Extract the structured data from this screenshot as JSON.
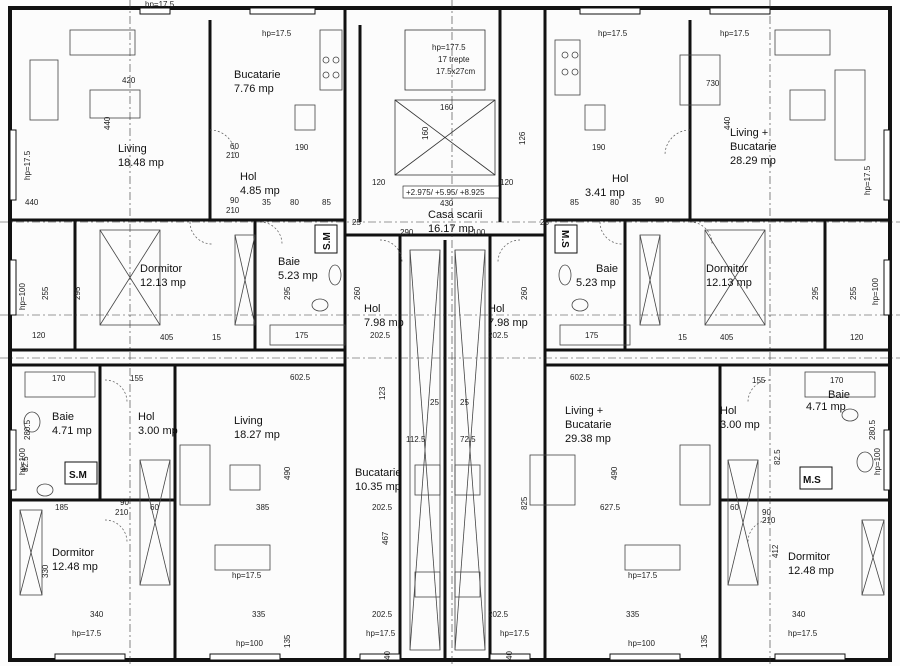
{
  "rooms": [
    {
      "id": "ap1-living",
      "name": "Living",
      "area": "18.48 mp"
    },
    {
      "id": "ap1-bucatarie",
      "name": "Bucatarie",
      "area": "7.76 mp"
    },
    {
      "id": "ap1-hol",
      "name": "Hol",
      "area": "4.85 mp"
    },
    {
      "id": "ap1-dormitor",
      "name": "Dormitor",
      "area": "12.13 mp"
    },
    {
      "id": "ap1-baie",
      "name": "Baie",
      "area": "5.23 mp"
    },
    {
      "id": "hol-central-left",
      "name": "Hol",
      "area": "7.98 mp"
    },
    {
      "id": "hol-central-right",
      "name": "Hol",
      "area": "7.98 mp"
    },
    {
      "id": "casa-scarii",
      "name": "Casa scarii",
      "area": "16.17 mp"
    },
    {
      "id": "ap2-living-buc",
      "name": "Living +",
      "name2": "Bucatarie",
      "area": "28.29 mp"
    },
    {
      "id": "ap2-hol",
      "name": "Hol",
      "area": "3.41 mp"
    },
    {
      "id": "ap2-baie",
      "name": "Baie",
      "area": "5.23 mp"
    },
    {
      "id": "ap2-dormitor",
      "name": "Dormitor",
      "area": "12.13 mp"
    },
    {
      "id": "ap3-baie",
      "name": "Baie",
      "area": "4.71 mp"
    },
    {
      "id": "ap3-hol",
      "name": "Hol",
      "area": "3.00 mp"
    },
    {
      "id": "ap3-living",
      "name": "Living",
      "area": "18.27 mp"
    },
    {
      "id": "ap3-dormitor",
      "name": "Dormitor",
      "area": "12.48 mp"
    },
    {
      "id": "bucatarie-center",
      "name": "Bucatarie",
      "area": "10.35 mp"
    },
    {
      "id": "ap4-living-buc",
      "name": "Living +",
      "name2": "Bucatarie",
      "area": "29.38 mp"
    },
    {
      "id": "ap4-hol",
      "name": "Hol",
      "area": "3.00 mp"
    },
    {
      "id": "ap4-baie",
      "name": "Baie",
      "area": "4.71 mp"
    },
    {
      "id": "ap4-dormitor",
      "name": "Dormitor",
      "area": "12.48 mp"
    }
  ],
  "tags": {
    "sm": "S.M",
    "ms": "M.S"
  },
  "stair": {
    "hp": "hp=177.5",
    "treads": "17 trepte",
    "tread_size": "17.5x27cm",
    "levels": "+2.975/ +5.95/ +8.925"
  },
  "hp_labels": {
    "hp175": "hp=17.5",
    "hp100": "hp=100"
  },
  "dims": {
    "d420": "420",
    "d440": "440",
    "d190": "190",
    "d430": "430",
    "d160": "160",
    "d126": "126",
    "d730": "730",
    "d405": "405",
    "d295": "295",
    "d255": "255",
    "d260": "260",
    "d175": "175",
    "d202_5": "202.5",
    "d602_5": "602.5",
    "d170": "170",
    "d155": "155",
    "d385": "385",
    "d490": "490",
    "d467": "467",
    "d825": "825",
    "d627_5": "627.5",
    "d185": "185",
    "d340": "340",
    "d335": "335",
    "d330": "330",
    "d412": "412",
    "d123": "123",
    "d120": "120",
    "d112_5": "112.5",
    "d72_5": "72.5",
    "d90": "90",
    "d80": "80",
    "d60": "60",
    "d210": "210",
    "d290": "290",
    "d100": "100",
    "d35": "35",
    "d85": "85",
    "d25": "25",
    "d15": "15",
    "d135": "135",
    "d40": "40",
    "d280_5": "280.5",
    "d82_5": "82.5"
  }
}
